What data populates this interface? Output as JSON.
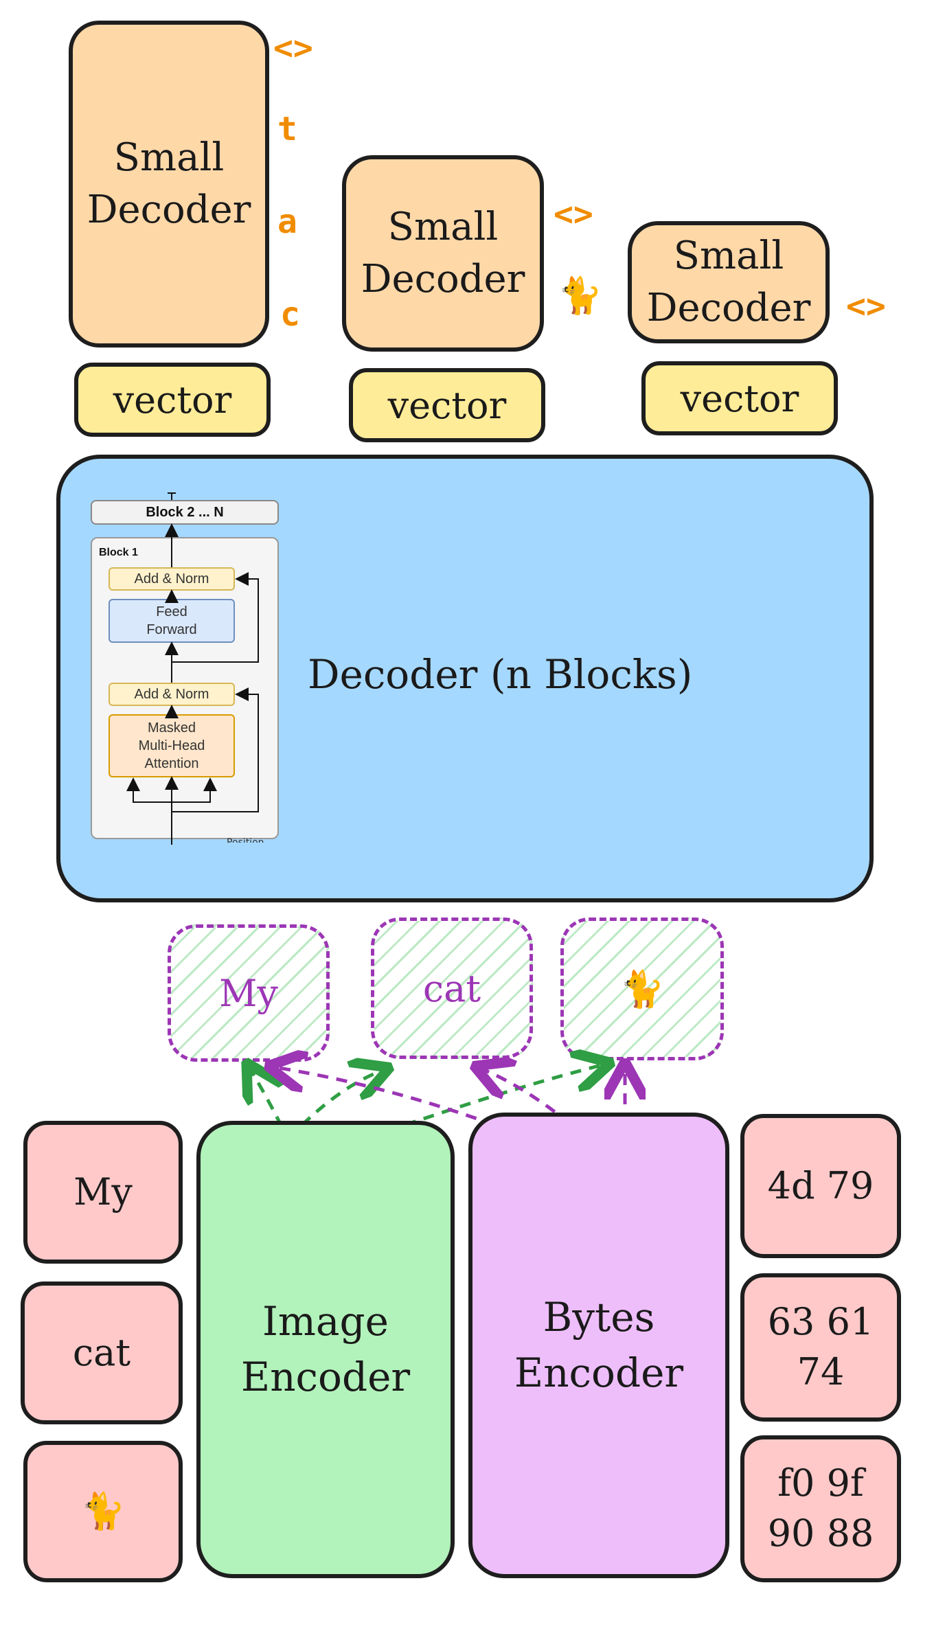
{
  "small_decoders": [
    {
      "label": "Small\nDecoder",
      "outputs": [
        "<>",
        "t",
        "a",
        "c"
      ]
    },
    {
      "label": "Small\nDecoder",
      "outputs": [
        "<>",
        "🐈"
      ]
    },
    {
      "label": "Small\nDecoder",
      "outputs": [
        "<>"
      ]
    }
  ],
  "vectors": [
    "vector",
    "vector",
    "vector"
  ],
  "decoder": {
    "label": "Decoder (n Blocks)",
    "figure": {
      "top_block": "Block 2 ... N",
      "block_label": "Block 1",
      "add_norm": "Add & Norm",
      "feed_forward": "Feed\nForward",
      "attention": "Masked\nMulti-Head\nAttention",
      "position_partial": "Position"
    }
  },
  "tokens": [
    "My",
    "cat",
    "🐈"
  ],
  "inputs_left": [
    "My",
    "cat",
    "🐈"
  ],
  "encoders": {
    "image": "Image\nEncoder",
    "bytes": "Bytes\nEncoder"
  },
  "inputs_right": [
    "4d 79",
    "63 61\n74",
    "f0 9f\n90 88"
  ],
  "colors": {
    "small_decoder": "#ffd8a8",
    "vector": "#ffec99",
    "decoder": "#a5d8ff",
    "token_border": "#9c36b5",
    "hatch": "#40c057",
    "pink": "#ffc9c9",
    "image_encoder": "#b2f2bb",
    "bytes_encoder": "#eebefa",
    "output_char": "#f08c00"
  }
}
